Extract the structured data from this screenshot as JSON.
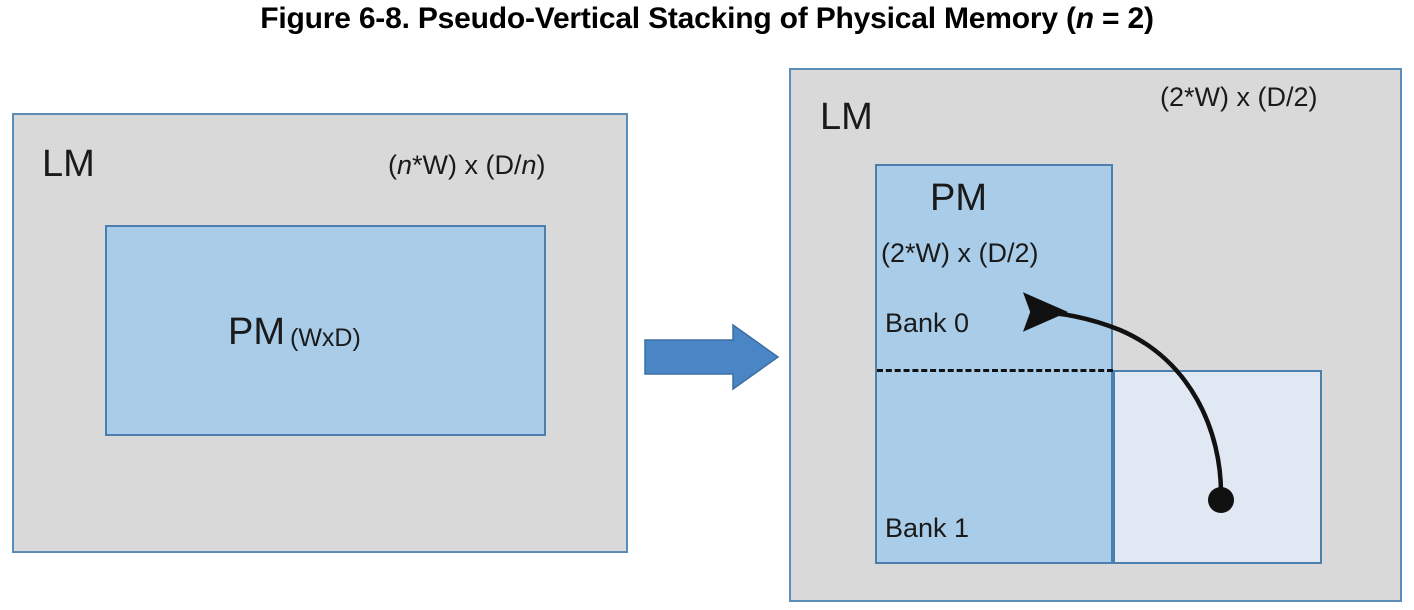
{
  "figure": {
    "title_prefix": "Figure 6-8. Pseudo-Vertical Stacking of Physical Memory (",
    "title_italic_var": "n",
    "title_suffix": " = 2)",
    "title_full": "Figure 6-8. Pseudo-Vertical Stacking of Physical Memory (n = 2)"
  },
  "colors": {
    "lm_fill": "#d9d9d9",
    "lm_border": "#5b8db8",
    "pm_fill": "#a9cce8",
    "pm_border": "#4a7fae",
    "ghost_fill": "#dfe8f3",
    "arrow_fill": "#4a86c5",
    "arrow_stroke": "#3b6fa3",
    "curve_stroke": "#111111",
    "text": "#1a1a1a",
    "background": "#ffffff"
  },
  "left_diagram": {
    "lm_label": "LM",
    "lm_dimension_prefix": "(",
    "lm_dimension_var": "n",
    "lm_dimension_mid": "*W) x (D/",
    "lm_dimension_var2": "n",
    "lm_dimension_suffix": ")",
    "lm_dimension_full": "(n*W) x (D/n)",
    "pm_label": "PM",
    "pm_dimension": "(WxD)"
  },
  "transform_arrow": {
    "icon": "block-arrow-right-icon",
    "direction": "right"
  },
  "right_diagram": {
    "lm_label": "LM",
    "lm_dimension": "(2*W) x (D/2)",
    "pm_label": "PM",
    "pm_dimension": "(2*W) x (D/2)",
    "bank_0_label": "Bank 0",
    "bank_1_label": "Bank 1",
    "divider_style": "dashed",
    "callout_icon": "curved-arrow-with-dot-icon"
  }
}
